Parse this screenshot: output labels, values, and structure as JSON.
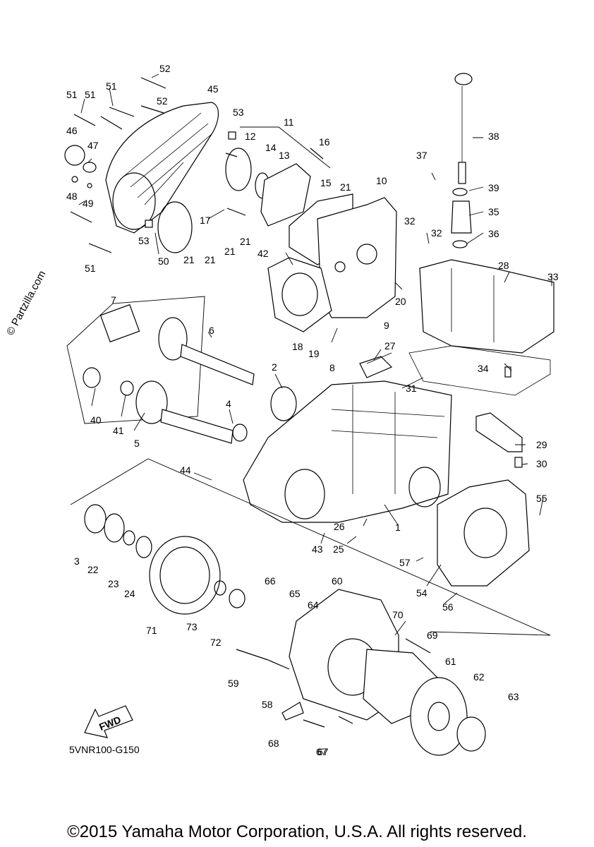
{
  "watermark": "© Partzilla.com",
  "diagram_code": "5VNR100-G150",
  "fwd_label": "FWD",
  "copyright": "©2015 Yamaha Motor Corporation, U.S.A. All rights reserved.",
  "callouts": [
    "1",
    "2",
    "3",
    "4",
    "5",
    "6",
    "7",
    "8",
    "9",
    "10",
    "11",
    "12",
    "13",
    "14",
    "15",
    "16",
    "17",
    "18",
    "19",
    "20",
    "21",
    "22",
    "23",
    "24",
    "25",
    "26",
    "27",
    "28",
    "29",
    "30",
    "31",
    "32",
    "33",
    "34",
    "35",
    "36",
    "37",
    "38",
    "39",
    "40",
    "41",
    "42",
    "43",
    "44",
    "45",
    "46",
    "47",
    "48",
    "49",
    "50",
    "51",
    "52",
    "53",
    "54",
    "55",
    "56",
    "57",
    "59",
    "60",
    "61",
    "62",
    "63",
    "64",
    "65",
    "66",
    "67",
    "68",
    "69",
    "70",
    "71",
    "72",
    "73",
    "58"
  ]
}
